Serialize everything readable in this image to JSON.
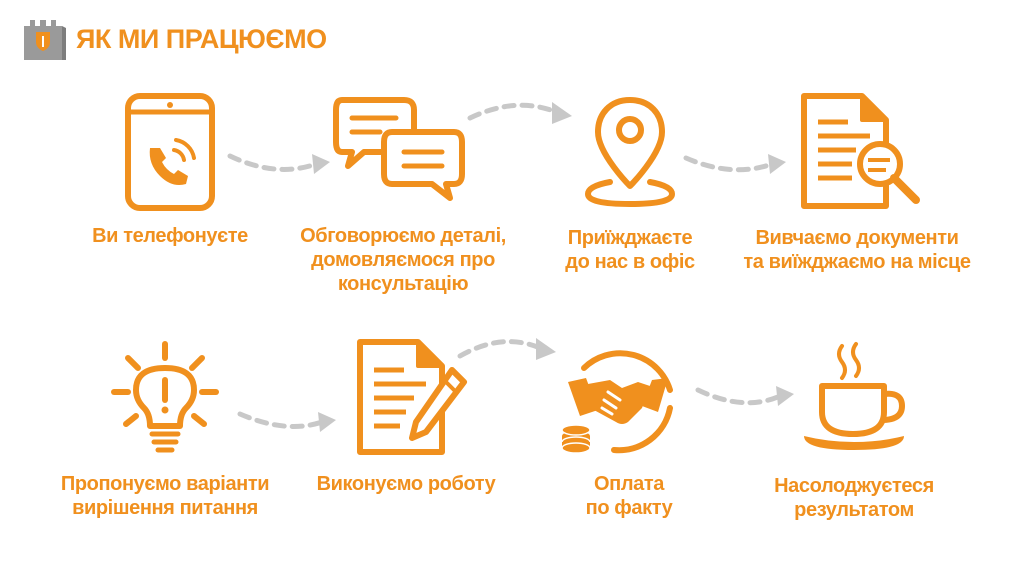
{
  "header": {
    "title": "ЯК МИ ПРАЦЮЄМО"
  },
  "colors": {
    "accent": "#f0901e",
    "arrow": "#c8c8c8",
    "logo": "#9a9a9a"
  },
  "steps": [
    {
      "label": "Ви телефонуєте",
      "icon": "phone-call-icon"
    },
    {
      "label": "Обговорюємо деталі,\nдомовляємося про\nконсультацію",
      "icon": "chat-bubbles-icon"
    },
    {
      "label": "Приїжджаєте\nдо нас в офіс",
      "icon": "map-pin-icon"
    },
    {
      "label": "Вивчаємо документи\nта виїжджаємо на місце",
      "icon": "document-search-icon"
    },
    {
      "label": "Пропонуємо варіанти\nвирішення питання",
      "icon": "lightbulb-icon"
    },
    {
      "label": "Виконуємо роботу",
      "icon": "document-edit-icon"
    },
    {
      "label": "Оплата\nпо факту",
      "icon": "handshake-coins-icon"
    },
    {
      "label": "Насолоджуєтеся\nрезультатом",
      "icon": "coffee-cup-icon"
    }
  ]
}
